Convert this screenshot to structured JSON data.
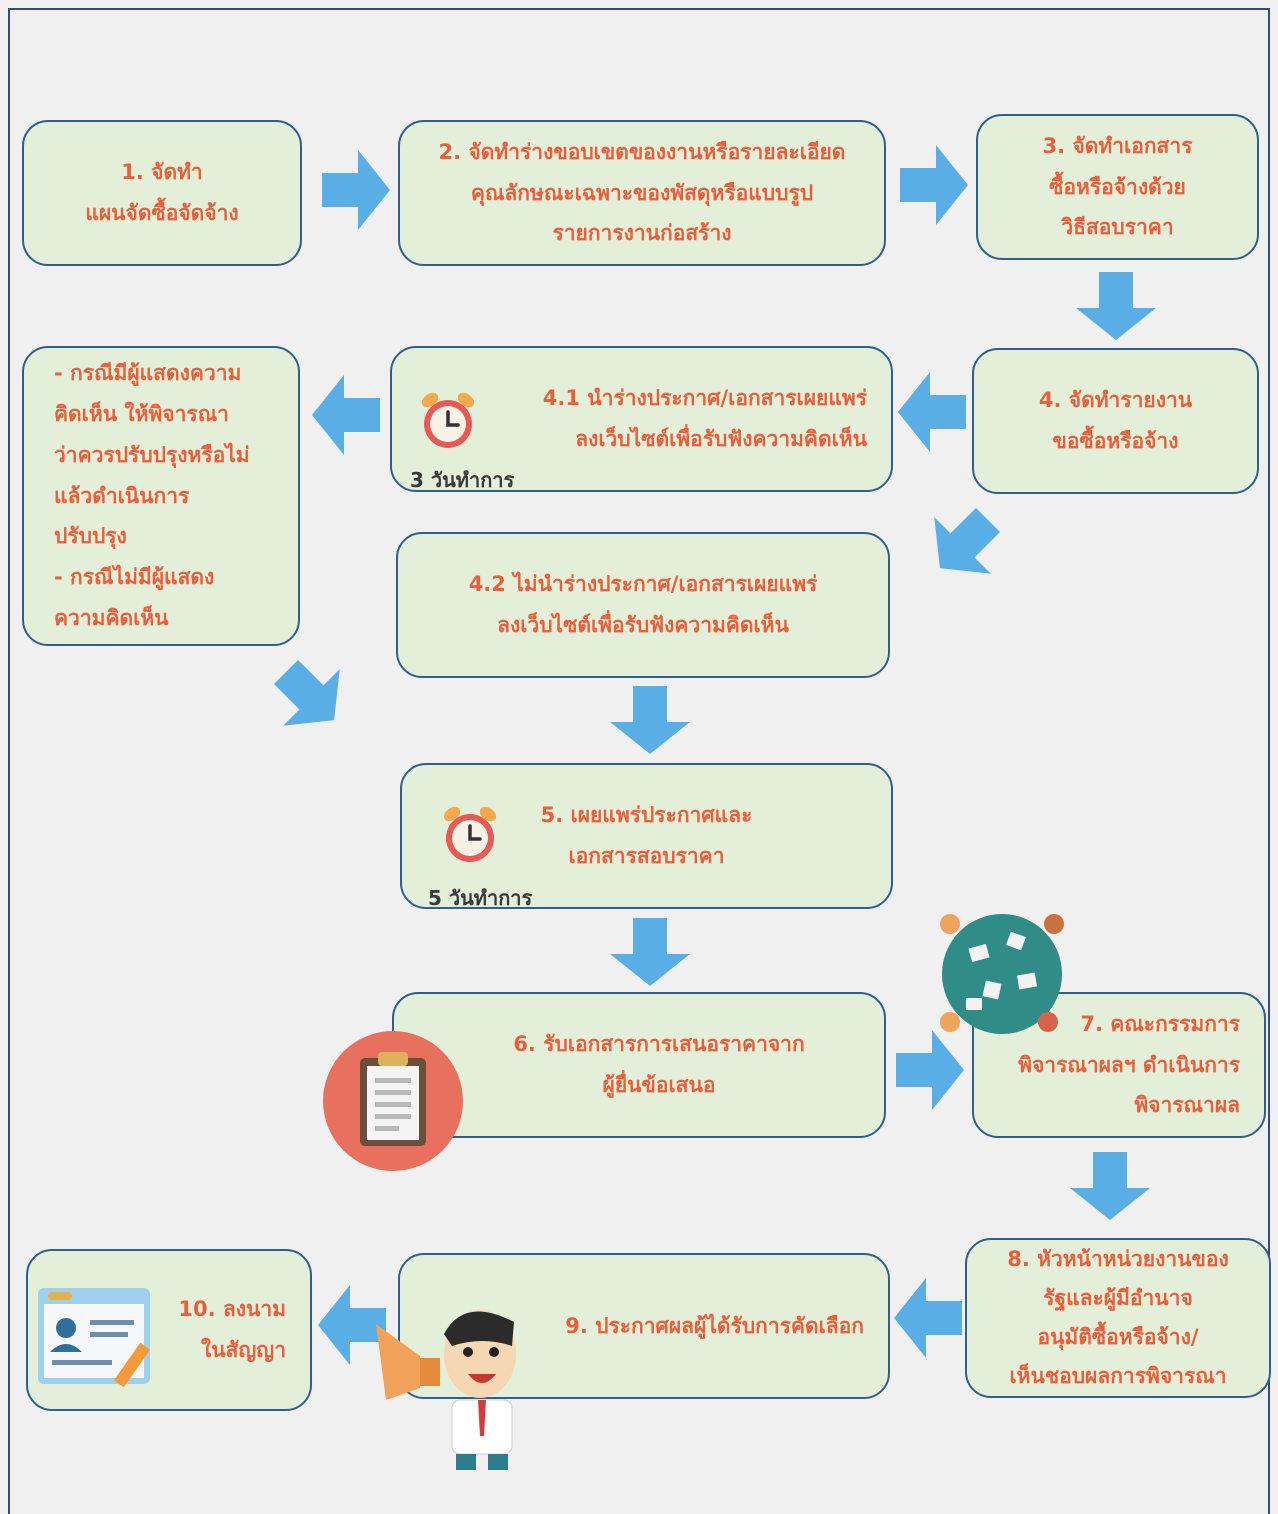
{
  "steps": {
    "s1": "1. จัดทำ\nแผนจัดซื้อจัดจ้าง",
    "s2": "2. จัดทำร่างขอบเขตของงานหรือรายละเอียด\nคุณลักษณะเฉพาะของพัสดุหรือแบบรูป\nรายการงานก่อสร้าง",
    "s3": "3. จัดทำเอกสาร\nซื้อหรือจ้างด้วย\nวิธีสอบราคา",
    "s4": "4. จัดทำรายงาน\nขอซื้อหรือจ้าง",
    "s41": "4.1 นำร่างประกาศ/เอกสารเผยแพร่\nลงเว็บไซต์เพื่อรับฟังความคิดเห็น",
    "s41_days": "3 วันทำการ",
    "note": "- กรณีมีผู้แสดงความ\nคิดเห็น ให้พิจารณา\nว่าควรปรับปรุงหรือไม่\nแล้วดำเนินการ\nปรับปรุง\n- กรณีไม่มีผู้แสดง\nความคิดเห็น",
    "s42": "4.2 ไม่นำร่างประกาศ/เอกสารเผยแพร่\nลงเว็บไซต์เพื่อรับฟังความคิดเห็น",
    "s5": "5. เผยแพร่ประกาศและ\nเอกสารสอบราคา",
    "s5_days": "5 วันทำการ",
    "s6": "6. รับเอกสารการเสนอราคาจาก\nผู้ยื่นข้อเสนอ",
    "s7": "7. คณะกรรมการ\nพิจารณาผลฯ ดำเนินการ\nพิจารณาผล",
    "s8": "8. หัวหน้าหน่วยงานของ\nรัฐและผู้มีอำนาจ\nอนุมัติซื้อหรือจ้าง/\nเห็นชอบผลการพิจารณา",
    "s9": "9. ประกาศผลผู้ได้รับการคัดเลือก",
    "s10": "10. ลงนาม\nในสัญญา"
  },
  "colors": {
    "box_fill": "#e3efd9",
    "box_border": "#2f5f8e",
    "text": "#ea5e3a",
    "arrow": "#5aaee6"
  },
  "icons": [
    "alarm-clock-icon",
    "clipboard-icon",
    "meeting-table-icon",
    "megaphone-man-icon",
    "id-card-icon"
  ]
}
